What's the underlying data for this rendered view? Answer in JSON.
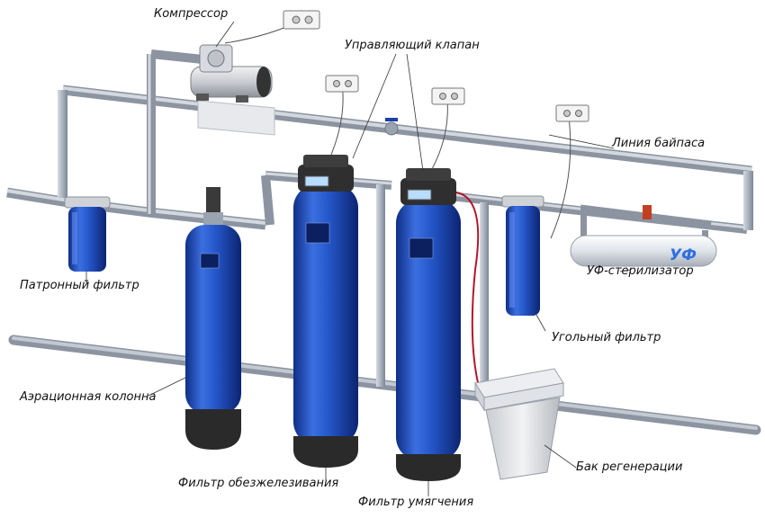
{
  "labels": {
    "compressor": "Компрессор",
    "control_valve": "Управляющий клапан",
    "bypass_line": "Линия байпаса",
    "cartridge_filter": "Патронный фильтр",
    "uv_sterilizer": "УФ-стерилизатор",
    "carbon_filter": "Угольный фильтр",
    "aeration_column": "Аэрационная колонна",
    "iron_removal_filter": "Фильтр обезжелезивания",
    "softening_filter": "Фильтр умягчения",
    "regeneration_tank": "Бак регенерации"
  },
  "uv_lamp_text": "УФ",
  "colors": {
    "tank_blue": "#1f4fbf",
    "pipe_gray": "#9aa3b0",
    "uv_blue": "#2f6fe0",
    "cable_red": "#b0182a"
  }
}
